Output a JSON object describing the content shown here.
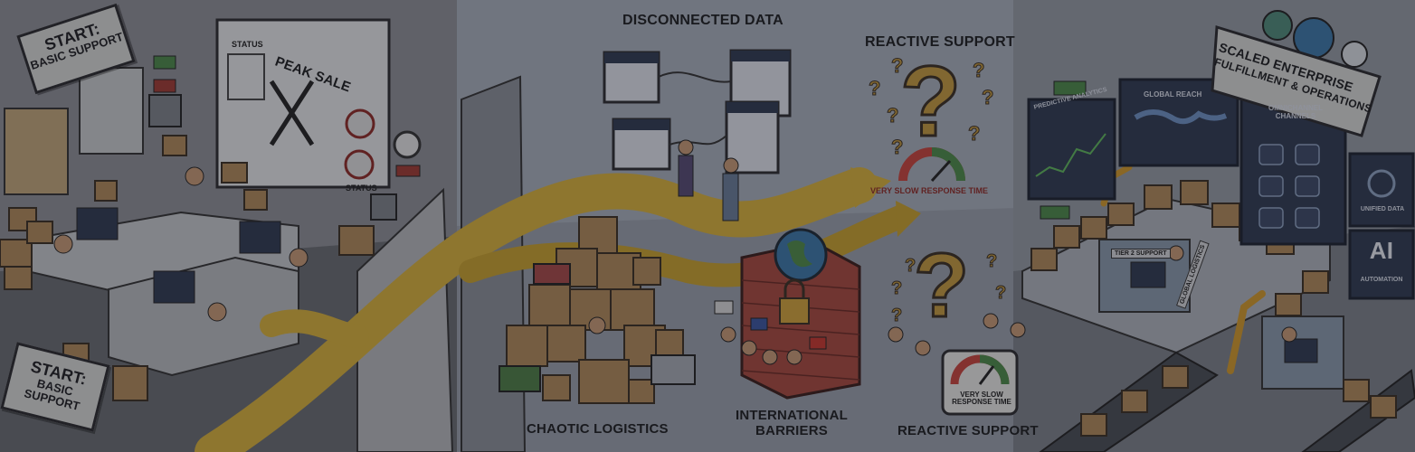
{
  "zones": {
    "start": {
      "sign_top_line1": "START:",
      "sign_top_line2": "BASIC SUPPORT",
      "sign_bottom_line1": "START:",
      "sign_bottom_line2": "BASIC SUPPORT",
      "board_status_top": "STATUS",
      "board_title": "PEAK SALE",
      "board_status_bottom": "STATUS"
    },
    "middle": {
      "disconnected_title": "DISCONNECTED DATA",
      "reactive_title_top": "REACTIVE SUPPORT",
      "response_caption_top": "VERY SLOW RESPONSE TIME",
      "chaotic_title": "CHAOTIC LOGISTICS",
      "international_line1": "INTERNATIONAL",
      "international_line2": "BARRIERS",
      "reactive_title_bottom": "REACTIVE SUPPORT",
      "response_caption_bottom_line1": "VERY SLOW",
      "response_caption_bottom_line2": "RESPONSE TIME"
    },
    "scaled": {
      "title_line1": "SCALED ENTERPRISE",
      "title_line2": "FULFILLMENT & OPERATIONS",
      "global_reach": "GLOBAL REACH",
      "predictive_analytics": "PREDICTIVE ANALYTICS",
      "omnichannel_line1": "OMNICHANNEL",
      "omnichannel_line2": "CHANNELS",
      "unified_data": "UNIFIED DATA",
      "ai_big": "AI",
      "ai_small": "AUTOMATION",
      "tier2": "TIER 2 SUPPORT",
      "global_logistics": "GLOBAL LOGISTICS"
    }
  },
  "colors": {
    "wall": "#8e9096",
    "floor": "#6a6d72",
    "path_gold": "#d8b23a",
    "box_tan": "#b08a5a",
    "sky_mid": "#a9b0bb",
    "screen_blue": "#2f3b52"
  }
}
